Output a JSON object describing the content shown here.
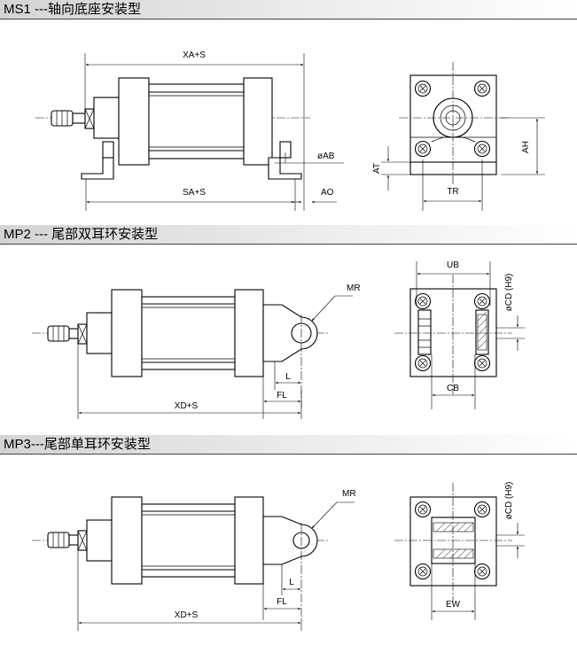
{
  "sections": [
    {
      "title": "MS1 ---轴向底座安装型"
    },
    {
      "title": "MP2 --- 尾部双耳环安装型"
    },
    {
      "title": "MP3---尾部单耳环安装型"
    }
  ],
  "ms1": {
    "xa_s": "XA+S",
    "sa_s": "SA+S",
    "ab": "øAB",
    "ao": "AO",
    "at": "AT",
    "tr": "TR",
    "ah": "AH"
  },
  "mp2": {
    "mr": "MR",
    "l": "L",
    "fl": "FL",
    "xd_s": "XD+S",
    "ub": "UB",
    "cb": "CB",
    "cd": "øCD (H9)"
  },
  "mp3": {
    "mr": "MR",
    "l": "L",
    "fl": "FL",
    "xd_s": "XD+S",
    "ew": "EW",
    "cd": "øCD (H9)"
  }
}
